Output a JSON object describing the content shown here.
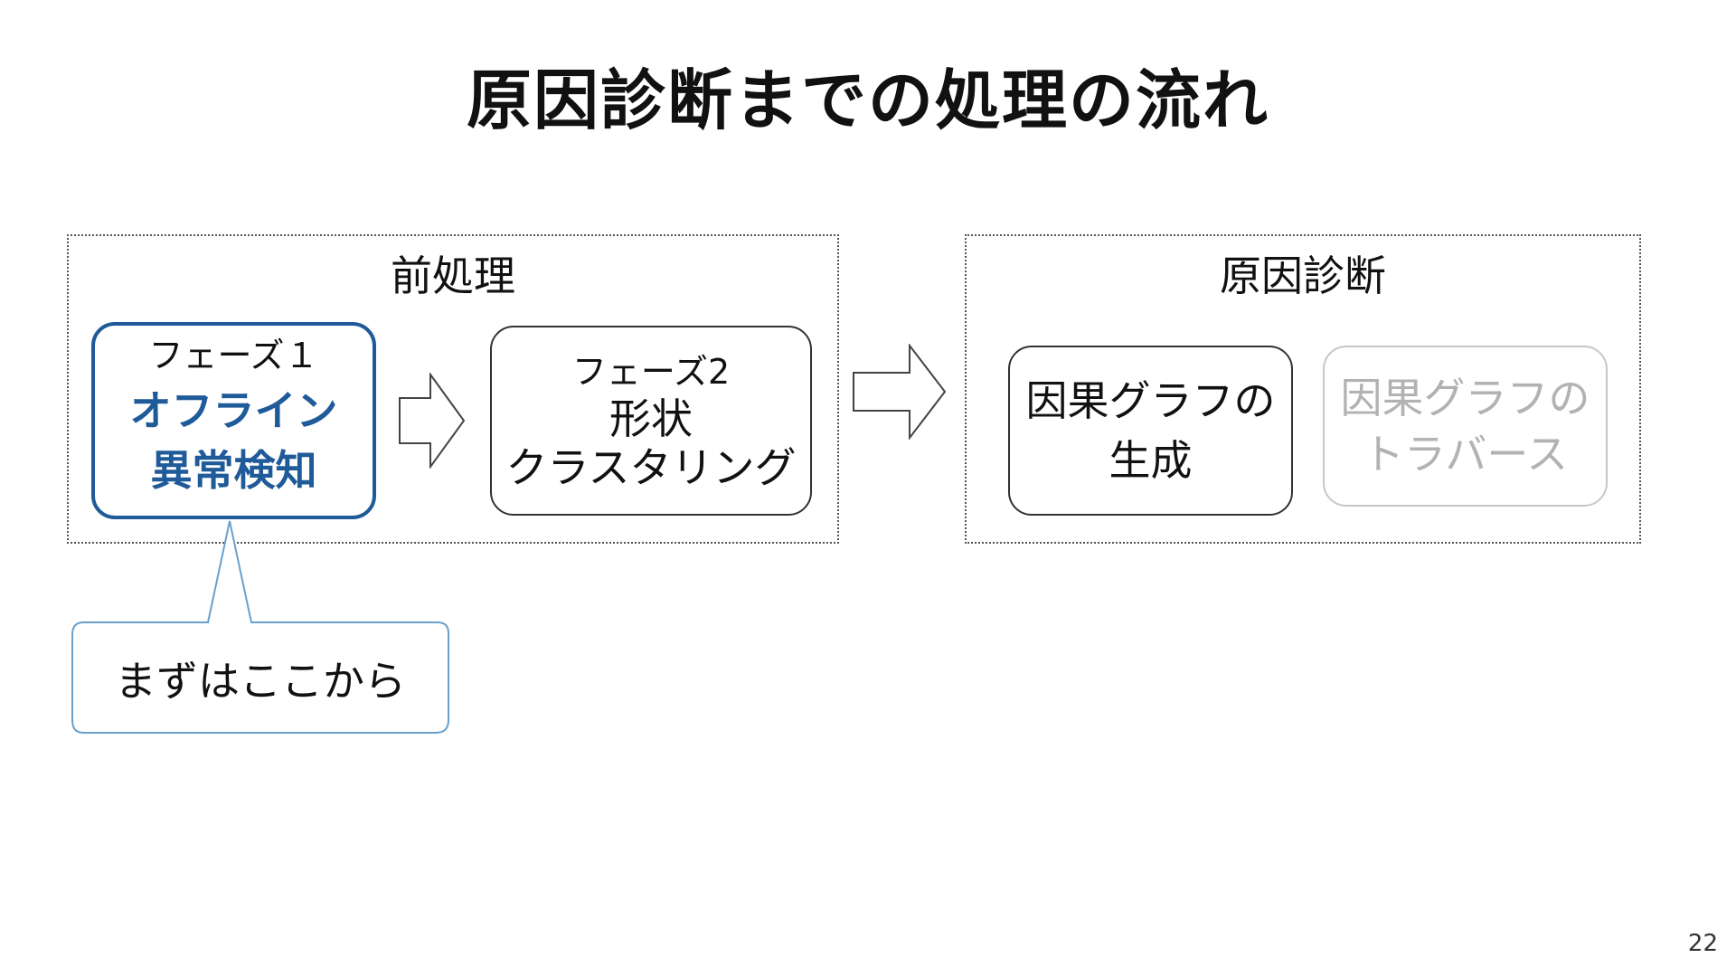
{
  "title": "原因診断までの処理の流れ",
  "groups": {
    "preprocess": {
      "title": "前処理"
    },
    "diagnosis": {
      "title": "原因診断"
    }
  },
  "boxes": {
    "phase1": {
      "label": "フェーズ１",
      "line1": "オフライン",
      "line2": "異常検知"
    },
    "phase2": {
      "label": "フェーズ2",
      "line1": "形状",
      "line2": "クラスタリング"
    },
    "causal_graph_generation": {
      "line1": "因果グラフの",
      "line2": "生成"
    },
    "causal_graph_traversal": {
      "line1": "因果グラフの",
      "line2": "トラバース"
    }
  },
  "callout": {
    "text": "まずはここから"
  },
  "page_number": "22",
  "colors": {
    "accent": "#1f5a99",
    "callout_border": "#6aa0cc",
    "inactive_text": "#b2b2b2",
    "inactive_border": "#c7c7c7"
  }
}
